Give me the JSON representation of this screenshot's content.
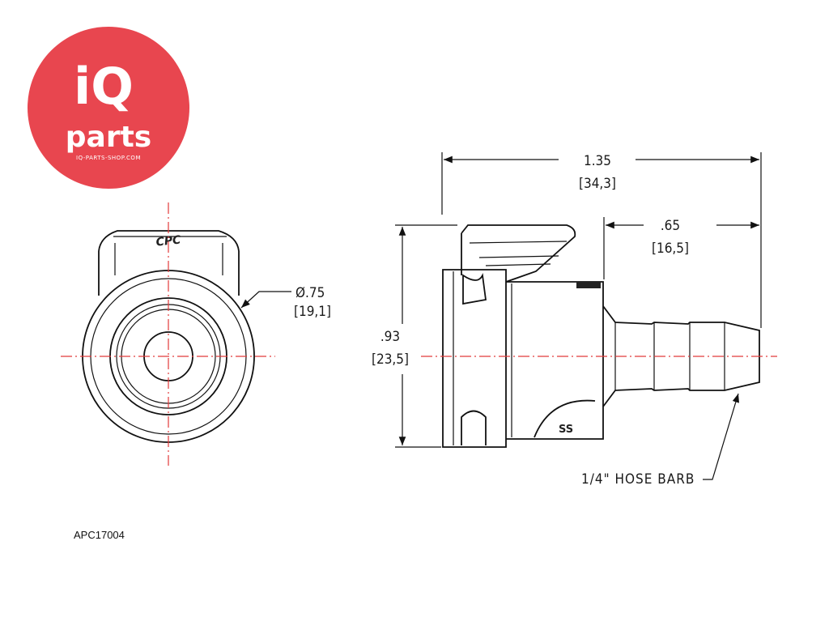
{
  "logo": {
    "brand_top": "iQ",
    "brand_bottom": "parts",
    "website": "IQ-PARTS-SHOP.COM",
    "color": "#e8464f"
  },
  "part": {
    "number": "APC17004",
    "end_view_marking": "CPC",
    "side_view_marking": "SS"
  },
  "dimensions": {
    "diameter": {
      "inch": "Ø.75",
      "mm": "[19,1]"
    },
    "overall_length": {
      "inch": "1.35",
      "mm": "[34,3]"
    },
    "barb_length": {
      "inch": ".65",
      "mm": "[16,5]"
    },
    "height": {
      "inch": ".93",
      "mm": "[23,5]"
    },
    "hose_barb": "1/4\" HOSE BARB"
  },
  "colors": {
    "centerline": "#e23a3a",
    "outline": "#111111"
  }
}
